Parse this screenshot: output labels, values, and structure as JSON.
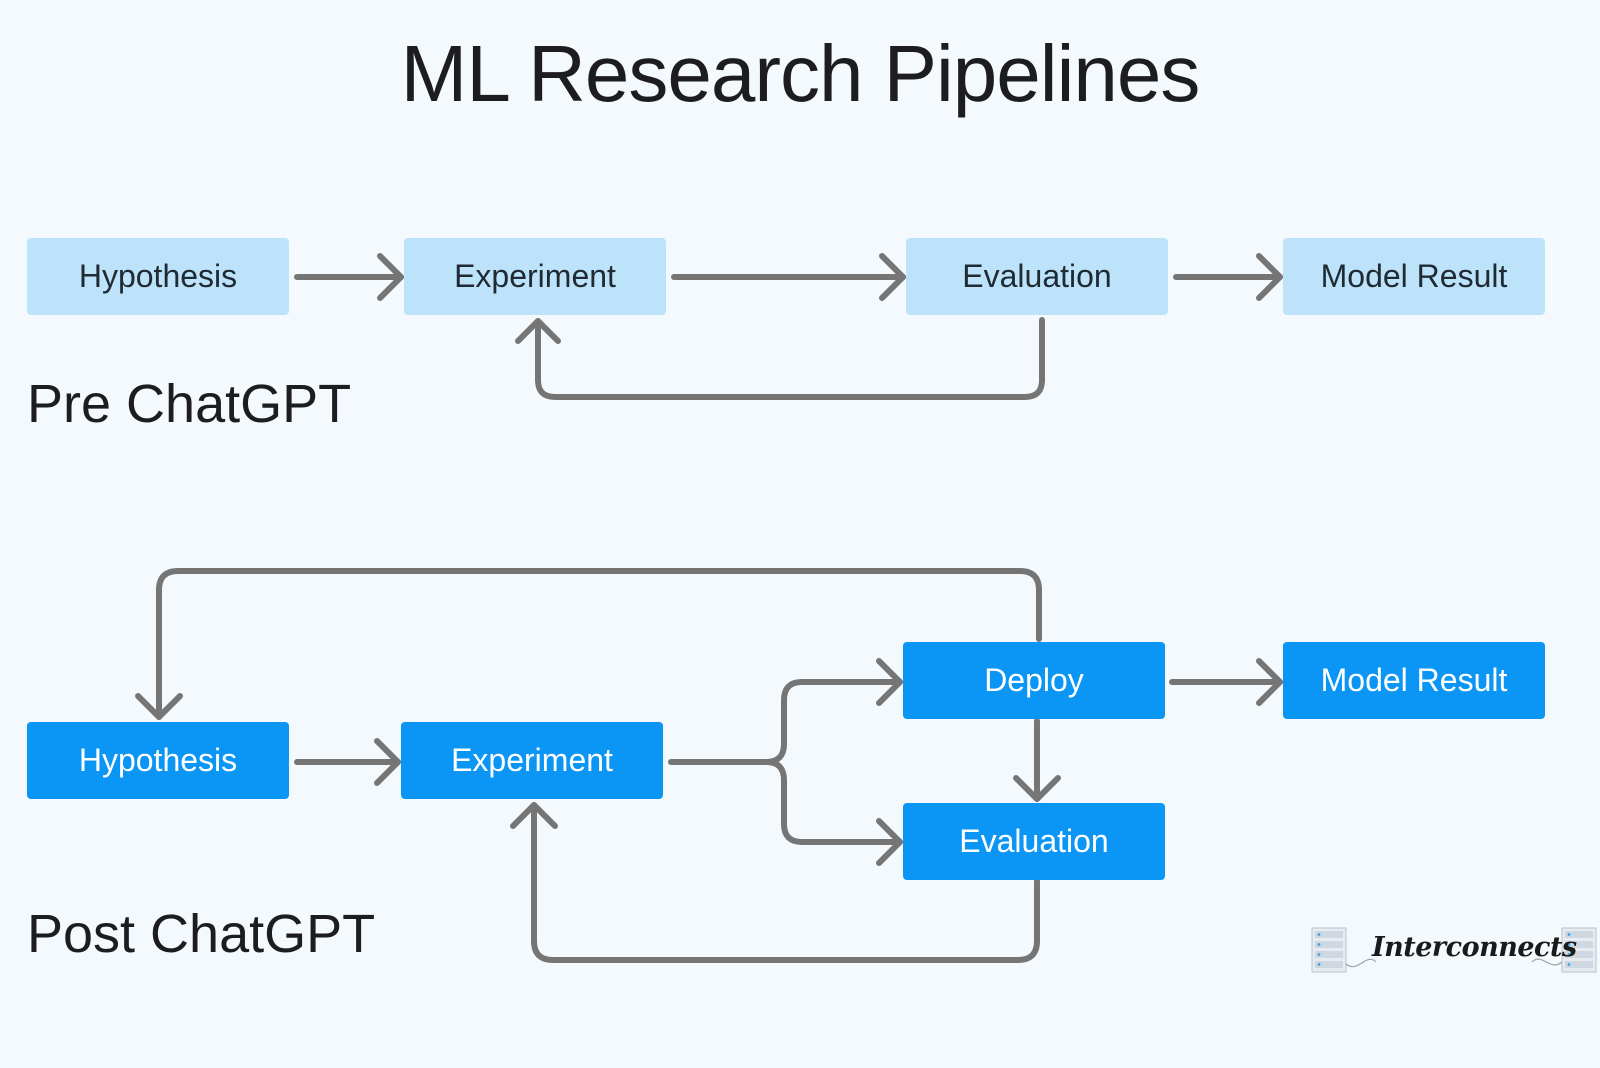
{
  "title": "ML Research Pipelines",
  "pre": {
    "label": "Pre ChatGPT",
    "nodes": [
      "Hypothesis",
      "Experiment",
      "Evaluation",
      "Model Result"
    ],
    "color": "#bde3fb"
  },
  "post": {
    "label": "Post ChatGPT",
    "nodes": {
      "hypothesis": "Hypothesis",
      "experiment": "Experiment",
      "deploy": "Deploy",
      "evaluation": "Evaluation",
      "model_result": "Model Result"
    },
    "color": "#0b96f6"
  },
  "arrow_color": "#757575",
  "brand": {
    "name": "Interconnects",
    "icon": "server-rack-icon"
  }
}
